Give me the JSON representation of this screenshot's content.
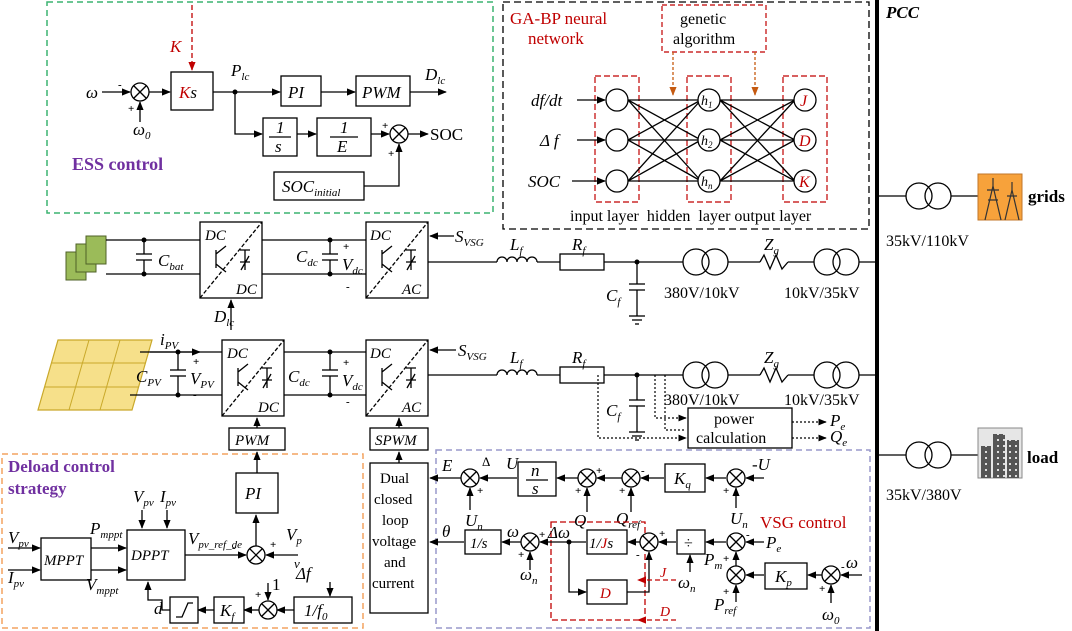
{
  "ess": {
    "title": "ESS  control",
    "k": "K",
    "omega": "ω",
    "omega0": "ω",
    "omega0_sub": "0",
    "ks_k": "K",
    "ks_s": "s",
    "plc": "P",
    "plc_sub": "lc",
    "pi": "PI",
    "pwm": "PWM",
    "dlc": "D",
    "dlc_sub": "lc",
    "int_num": "1",
    "int_den": "s",
    "e_num": "1",
    "e_den": "E",
    "soc": "SOC",
    "socinit": "SOC",
    "socinit_sub": "initial"
  },
  "nn": {
    "title_line1": "GA-BP neural",
    "title_line2": "network",
    "ga_line1": "genetic",
    "ga_line2": "algorithm",
    "in1": "df/dt",
    "in2": "Δ f",
    "in3": "SOC",
    "h1": "h",
    "h1_sub": "1",
    "h2": "h",
    "h2_sub": "2",
    "hn": "h",
    "hn_sub": "n",
    "o1": "J",
    "o2": "D",
    "o3": "K",
    "layers": "input layer  hidden  layer output layer"
  },
  "grid": {
    "pcc": "PCC",
    "grids": "grids",
    "load": "load",
    "tr_grid": "35kV/110kV",
    "tr_load": "35kV/380V"
  },
  "ess_line": {
    "cbat": "C",
    "cbat_sub": "bat",
    "dc1": "DC",
    "dc2": "DC",
    "cdc": "C",
    "cdc_sub": "dc",
    "vdc": "V",
    "vdc_sub": "dc",
    "dc3": "DC",
    "ac": "AC",
    "svsg": "S",
    "svsg_sub": "VSG",
    "lf": "L",
    "lf_sub": "f",
    "rf": "R",
    "rf_sub": "f",
    "cf": "C",
    "cf_sub": "f",
    "tr1": "380V/10kV",
    "zg": "Z",
    "zg_sub": "g",
    "tr2": "10kV/35kV",
    "dlc": "D",
    "dlc_sub": "lc"
  },
  "pv_line": {
    "ipv": "i",
    "ipv_sub": "PV",
    "cpv": "C",
    "cpv_sub": "PV",
    "vpv": "V",
    "vpv_sub": "PV",
    "dc1": "DC",
    "dc2": "DC",
    "cdc": "C",
    "cdc_sub": "dc",
    "vdc": "V",
    "vdc_sub": "dc",
    "dc3": "DC",
    "ac": "AC",
    "svsg": "S",
    "svsg_sub": "VSG",
    "lf": "L",
    "lf_sub": "f",
    "rf": "R",
    "rf_sub": "f",
    "cf": "C",
    "cf_sub": "f",
    "tr1": "380V/10kV",
    "zg": "Z",
    "zg_sub": "g",
    "tr2": "10kV/35kV",
    "pwm": "PWM",
    "spwm": "SPWM",
    "powercalc1": "power",
    "powercalc2": "calculation",
    "pe": "P",
    "pe_sub": "e",
    "qe": "Q",
    "qe_sub": "e"
  },
  "deload": {
    "title1": "Deload control",
    "title2": "strategy",
    "vpv": "V",
    "vpv_sub": "pv",
    "ipv": "I",
    "ipv_sub": "pv",
    "mppt": "MPPT",
    "pmppt": "P",
    "pmppt_sub": "mppt",
    "vmppt": "V",
    "vmppt_sub": "mppt",
    "dppt": "DPPT",
    "vpv2": "V",
    "vpv2_sub": "pv",
    "ipv2": "I",
    "ipv2_sub": "pv",
    "vref": "V",
    "vref_sub": "pv_ref_de",
    "pi": "PI",
    "vp": "V",
    "vp_sub": "p",
    "v": "v",
    "df": "Δf",
    "f0_num": "1/",
    "f0": "f",
    "f0_sub": "0",
    "one": "1",
    "kf": "K",
    "kf_sub": "f",
    "d": "d"
  },
  "vsg": {
    "dual1": "Dual",
    "dual2": "closed",
    "dual3": "loop",
    "dual4": "voltage",
    "dual5": "and",
    "dual6": "current",
    "e": "E",
    "delta_u": "Δ",
    "u": "U",
    "n_num": "n",
    "n_den": "s",
    "kq": "K",
    "kq_sub": "q",
    "neg_u": "-U",
    "un1": "U",
    "un1_sub": "n",
    "q": "Q",
    "qref": "Q",
    "qref_sub": "ref",
    "un2": "U",
    "un2_sub": "n",
    "theta": "θ",
    "int": "1/s",
    "omega": "ω",
    "omegan": "ω",
    "omegan_sub": "n",
    "domega": "Δω",
    "js_1": "1/",
    "js_j": "J",
    "js_s": "s",
    "title": "VSG control",
    "d": "D",
    "j_in": "J",
    "d_in": "D",
    "omegan2": "ω",
    "omegan2_sub": "n",
    "pm": "P",
    "pm_sub": "m",
    "div": "÷",
    "pe": "P",
    "pe_sub": "e",
    "pref": "P",
    "pref_sub": "ref",
    "kp": "K",
    "kp_sub": "p",
    "omega2": "ω",
    "omega0": "ω",
    "omega0_sub": "0"
  },
  "colors": {
    "ess_border": "#3cb371",
    "nn_border": "#000000",
    "deload_border": "#f4a460",
    "vsg_border": "#9999cc",
    "red": "#c00000",
    "purple": "#7030a0",
    "ga_arrow": "#c55a11"
  }
}
